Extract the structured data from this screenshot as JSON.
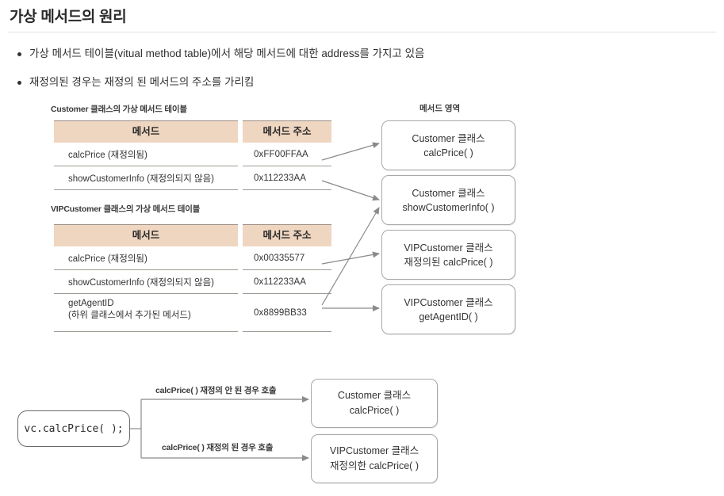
{
  "page": {
    "title": "가상 메서드의 원리"
  },
  "bullets": [
    "가상 메서드 테이블(vitual method table)에서 해당 메서드에 대한 address를 가지고 있음",
    "재정의된 경우는 재정의 된 메서드의 주소를 가리킴"
  ],
  "figure_top": {
    "captions": {
      "customer_table": "Customer 클래스의 가상 메서드 테이블",
      "vip_table": "VIPCustomer 클래스의 가상 메서드 테이블",
      "method_area": "메서드 영역"
    },
    "columns": {
      "method": "메서드",
      "address": "메서드 주소"
    },
    "customer_rows": [
      {
        "method": "calcPrice (재정의됨)",
        "address": "0xFF00FFAA"
      },
      {
        "method": "showCustomerInfo (재정의되지 않음)",
        "address": "0x112233AA"
      }
    ],
    "vip_rows": [
      {
        "method": "calcPrice (재정의됨)",
        "address": "0x00335577"
      },
      {
        "method": "showCustomerInfo (재정의되지 않음)",
        "address": "0x112233AA"
      },
      {
        "method_line1": "getAgentID",
        "method_line2": "(하위 클래스에서 추가된 메서드)",
        "address": "0x8899BB33"
      }
    ],
    "method_boxes": [
      {
        "line1": "Customer 클래스",
        "line2": "calcPrice( )"
      },
      {
        "line1": "Customer 클래스",
        "line2": "showCustomerInfo( )"
      },
      {
        "line1": "VIPCustomer 클래스",
        "line2": "재정의된 calcPrice( )"
      },
      {
        "line1": "VIPCustomer 클래스",
        "line2": "getAgentID( )"
      }
    ]
  },
  "figure_bottom": {
    "code": "vc.calcPrice( );",
    "labels": {
      "not_overridden": "calcPrice( ) 재정의 안 된 경우 호출",
      "overridden": "calcPrice( ) 재정의 된 경우 호출"
    },
    "boxes": [
      {
        "line1": "Customer 클래스",
        "line2": "calcPrice( )"
      },
      {
        "line1": "VIPCustomer 클래스",
        "line2": "재정의한 calcPrice( )"
      }
    ]
  },
  "colors": {
    "table_header_bg": "#EFD6C0",
    "rule": "#E3E3E3",
    "box_border": "#A8A8A8",
    "arrow": "#8A8A8A",
    "text": "#333333"
  }
}
